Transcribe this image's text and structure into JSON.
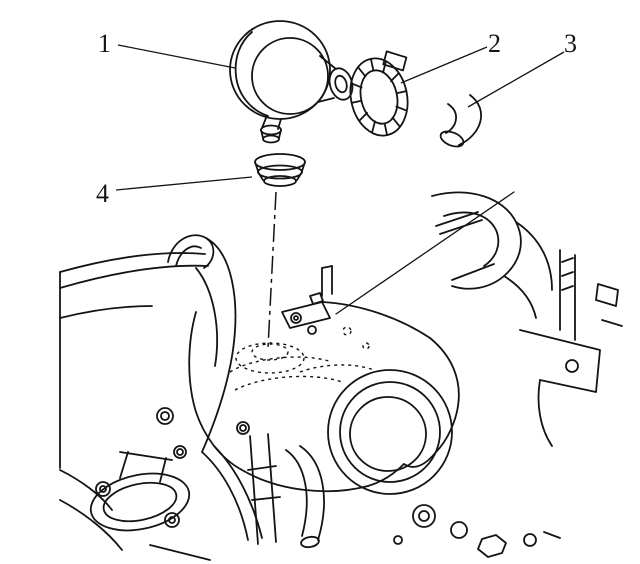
{
  "figure": {
    "type": "exploded-parts-line-drawing",
    "background_color": "#ffffff",
    "line_color": "#141414",
    "callouts": [
      {
        "label": "1"
      },
      {
        "label": "2"
      },
      {
        "label": "3"
      },
      {
        "label": "4"
      }
    ],
    "parts": [
      {
        "name": "valve-assembly"
      },
      {
        "name": "hose-clamp"
      },
      {
        "name": "hose-elbow"
      },
      {
        "name": "grommet"
      },
      {
        "name": "engine-assembly"
      }
    ]
  }
}
